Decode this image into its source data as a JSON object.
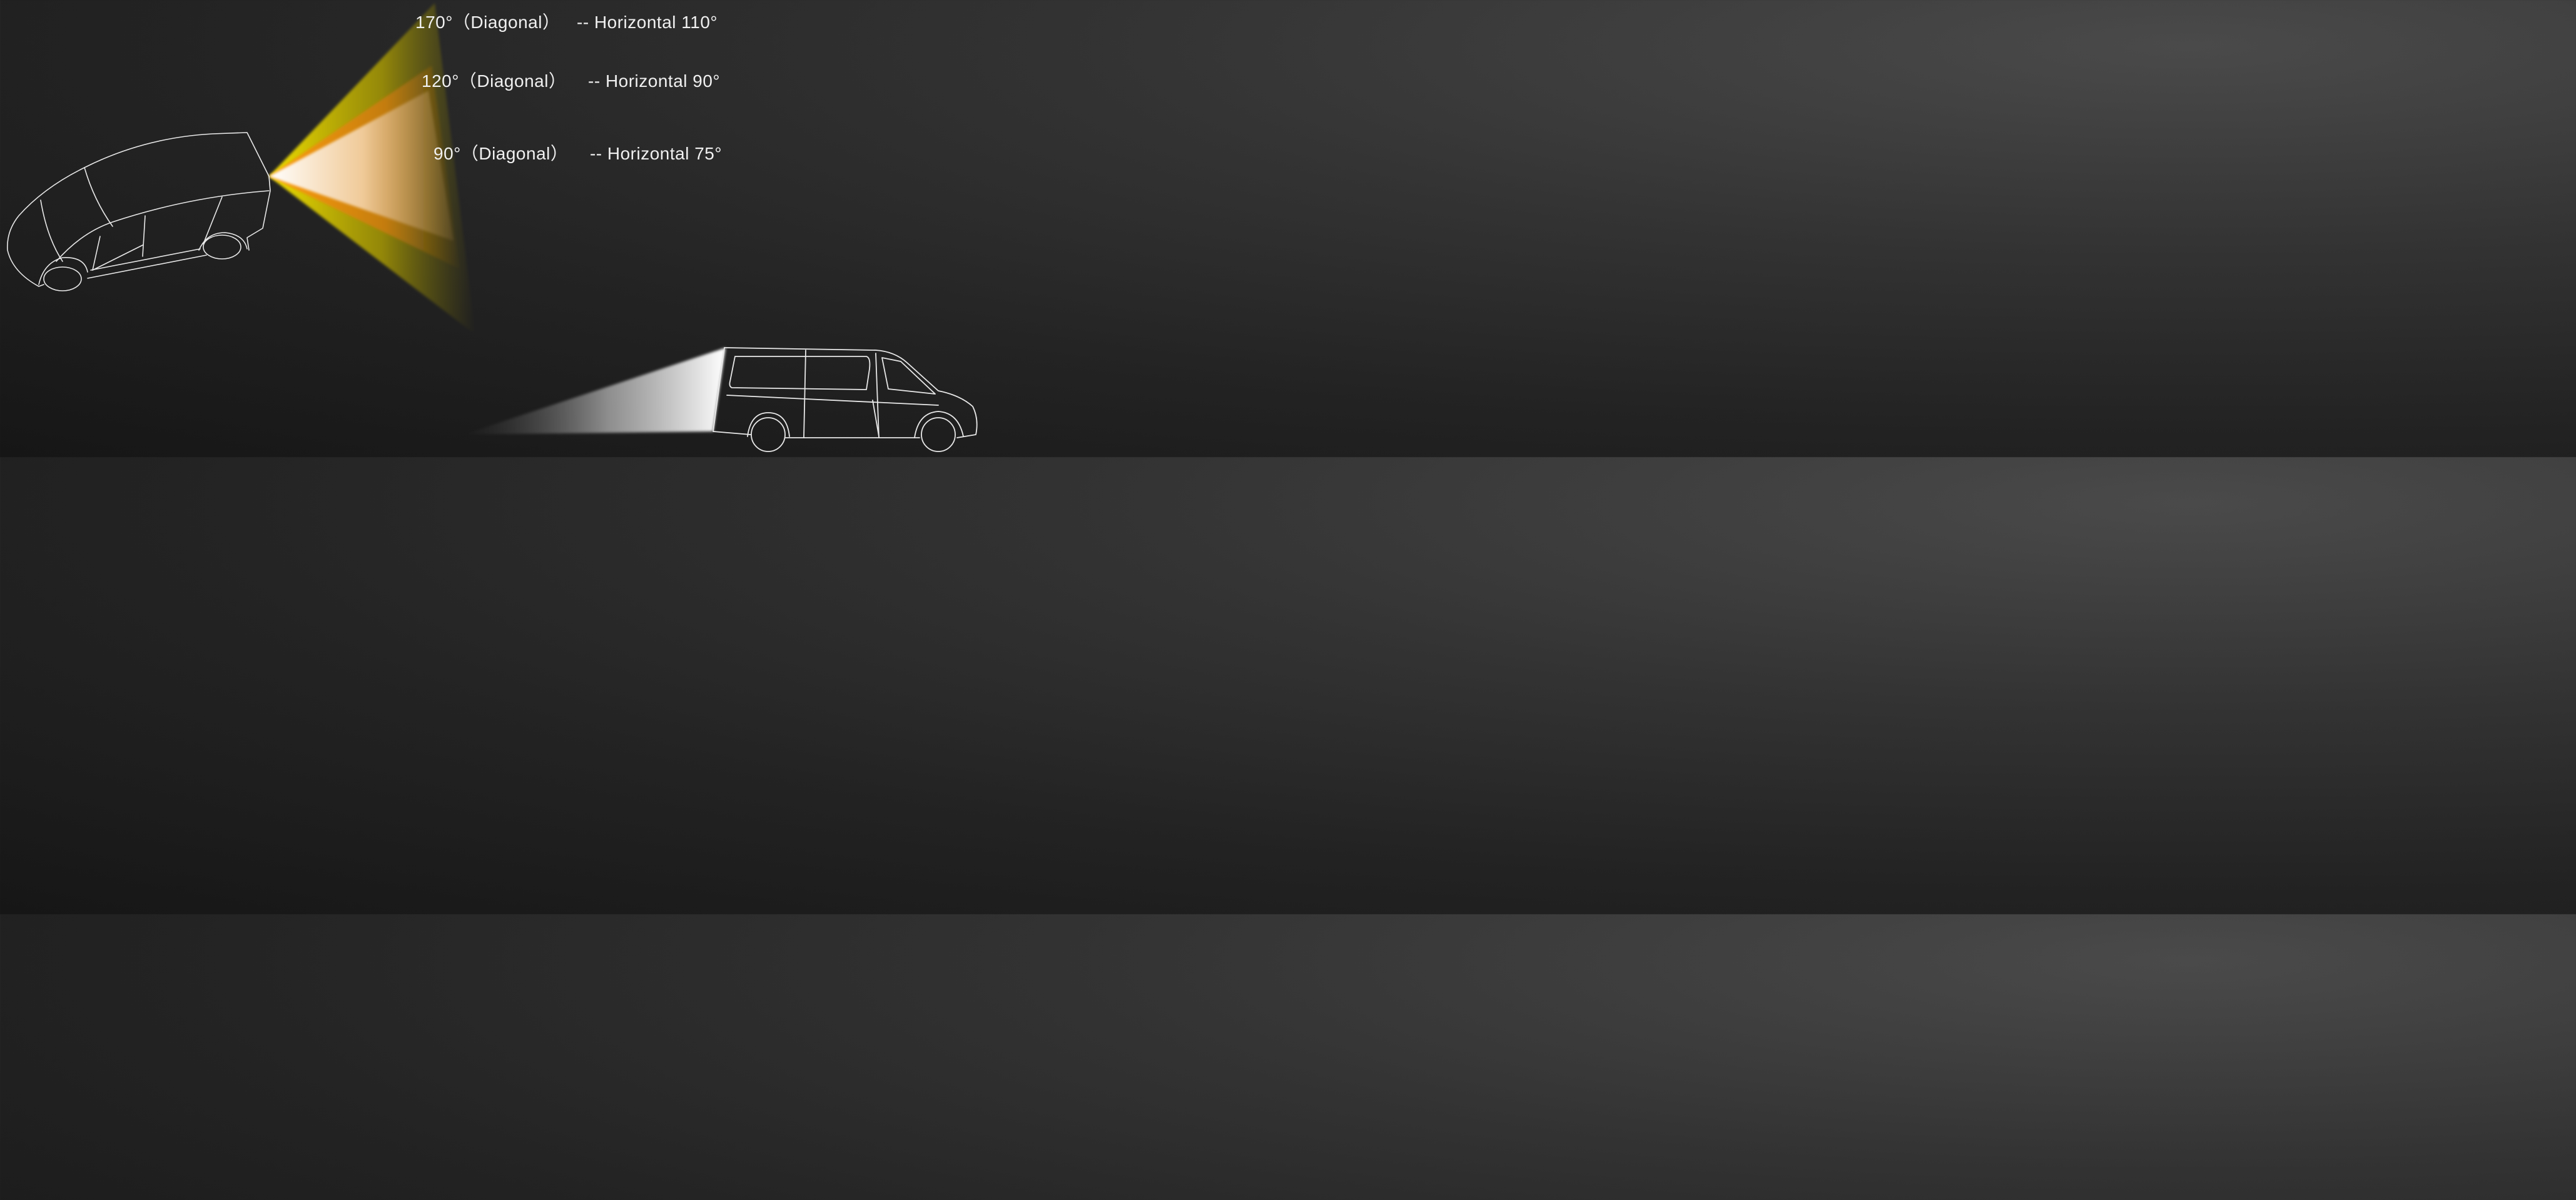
{
  "fov_options": [
    {
      "diagonal": "170°（Diagonal）",
      "horizontal": "-- Horizontal 110°",
      "color": "#e6d200"
    },
    {
      "diagonal": "120°（Diagonal）",
      "horizontal": "-- Horizontal 90°",
      "color": "#f08a10"
    },
    {
      "diagonal": "90°（Diagonal）",
      "horizontal": "-- Horizontal 75°",
      "color": "#fff3e6"
    }
  ],
  "colors": {
    "background": "#232323",
    "vehicle_outline": "#e8e8e8",
    "beam_white": "#ffffff"
  }
}
